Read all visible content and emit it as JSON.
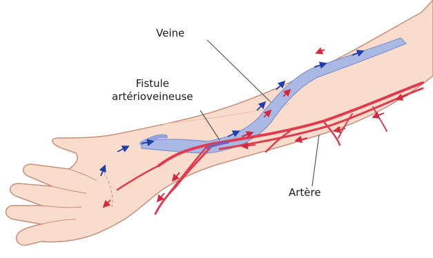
{
  "labels": {
    "vein": "Veine",
    "fistula_line1": "Fistule",
    "fistula_line2": "artérioveineuse",
    "artery": "Artère"
  },
  "colors": {
    "skin": "#f9dccb",
    "skin_outline": "#c98d7a",
    "vein_fill": "#a9b9e4",
    "vein_outline": "#7a8fcf",
    "artery": "#e03a4f",
    "artery_dark": "#c42a3e",
    "flow_arrow_blue": "#1f3fa8",
    "flow_arrow_red": "#d4283c",
    "leader_line": "#555555"
  },
  "icons": [
    "flow-arrow-icon"
  ]
}
